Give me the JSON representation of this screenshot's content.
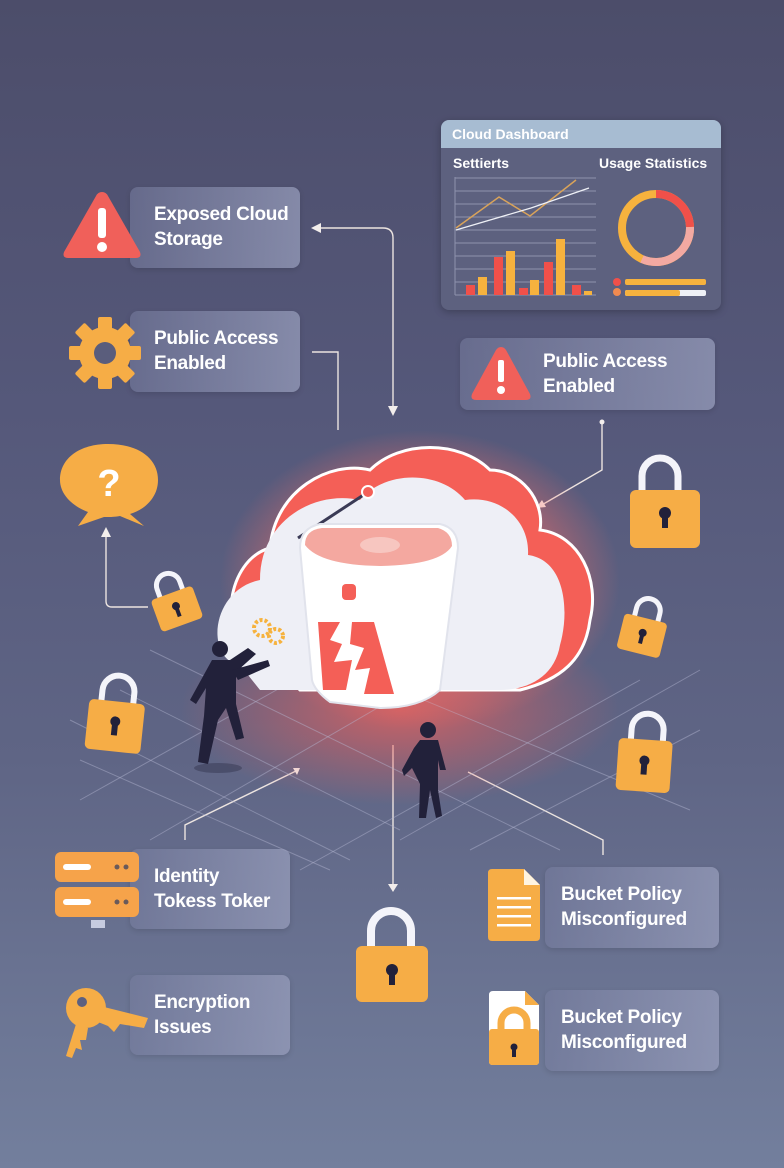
{
  "dashboard": {
    "title": "Cloud Dashboard",
    "left_heading": "Settierts",
    "right_heading": "Usage Statistics"
  },
  "callouts": [
    {
      "id": "exposed-storage",
      "label": "Exposed Cloud Storage",
      "line1": "Exposed Cloud",
      "line2": "Storage",
      "icon": "warning-triangle-icon"
    },
    {
      "id": "public-access-left",
      "label": "Public Access Enabled",
      "line1": "Public Access",
      "line2": "Enabled",
      "icon": "gear-icon"
    },
    {
      "id": "public-access-right",
      "label": "Public Access Enabled",
      "line1": "Public Access",
      "line2": "Enabled",
      "icon": "warning-triangle-icon"
    },
    {
      "id": "identity-tokens",
      "label": "Identity Tokess Toker",
      "line1": "Identity",
      "line2": "Tokess Toker",
      "icon": "server-icon"
    },
    {
      "id": "encryption",
      "label": "Encryption Issues",
      "line1": "Encryption",
      "line2": "Issues",
      "icon": "key-icon"
    },
    {
      "id": "bucket-policy-1",
      "label": "Bucket Policy Misconfigured",
      "line1": "Bucket Policy",
      "line2": "Misconfigured",
      "icon": "document-icon"
    },
    {
      "id": "bucket-policy-2",
      "label": "Bucket Policy Misconfigured",
      "line1": "Bucket Policy",
      "line2": "Misconfigured",
      "icon": "locked-document-icon"
    }
  ],
  "speech_bubble": {
    "glyph": "?"
  },
  "colors": {
    "accent_orange": "#f7ad4a",
    "alert_red": "#f0605a",
    "card_text": "#ffffff",
    "dashboard_header": "#a7bcd2",
    "figure": "#22213a"
  },
  "chart_data": {
    "type": "bar",
    "title": "Cloud Dashboard",
    "panels": [
      {
        "heading": "Settierts",
        "type": "bar+line",
        "bars": {
          "series": [
            {
              "name": "red",
              "color": "#f0504a",
              "values": [
                1,
                5,
                1,
                4.4,
                1
              ]
            },
            {
              "name": "orange",
              "color": "#f6b23e",
              "values": [
                2,
                5.9,
                2.1,
                7.5,
                0.5
              ]
            }
          ]
        },
        "lines": [
          {
            "name": "orange-line",
            "color": "#d9a35a",
            "points": [
              [
                0,
                3.2
              ],
              [
                1,
                5.3
              ],
              [
                2,
                3.8
              ],
              [
                3,
                5.9
              ]
            ]
          },
          {
            "name": "white-line",
            "color": "#ffffff",
            "points": [
              [
                0,
                3
              ],
              [
                3,
                5.2
              ],
              [
                3.4,
                5.4
              ]
            ]
          }
        ],
        "grid": true
      },
      {
        "heading": "Usage Statistics",
        "type": "pie",
        "donut": true,
        "slices": [
          {
            "name": "orange",
            "color": "#f6b23e",
            "value": 55
          },
          {
            "name": "red",
            "color": "#f0504a",
            "value": 20
          },
          {
            "name": "pink",
            "color": "#f3a9a2",
            "value": 25
          }
        ],
        "progress_bars": [
          {
            "dot_color": "#f0504a",
            "fill_color": "#f6b23e",
            "percent": 100
          },
          {
            "dot_color": "#f08a50",
            "fill_color": "#f6b23e",
            "percent": 67
          }
        ]
      }
    ]
  }
}
